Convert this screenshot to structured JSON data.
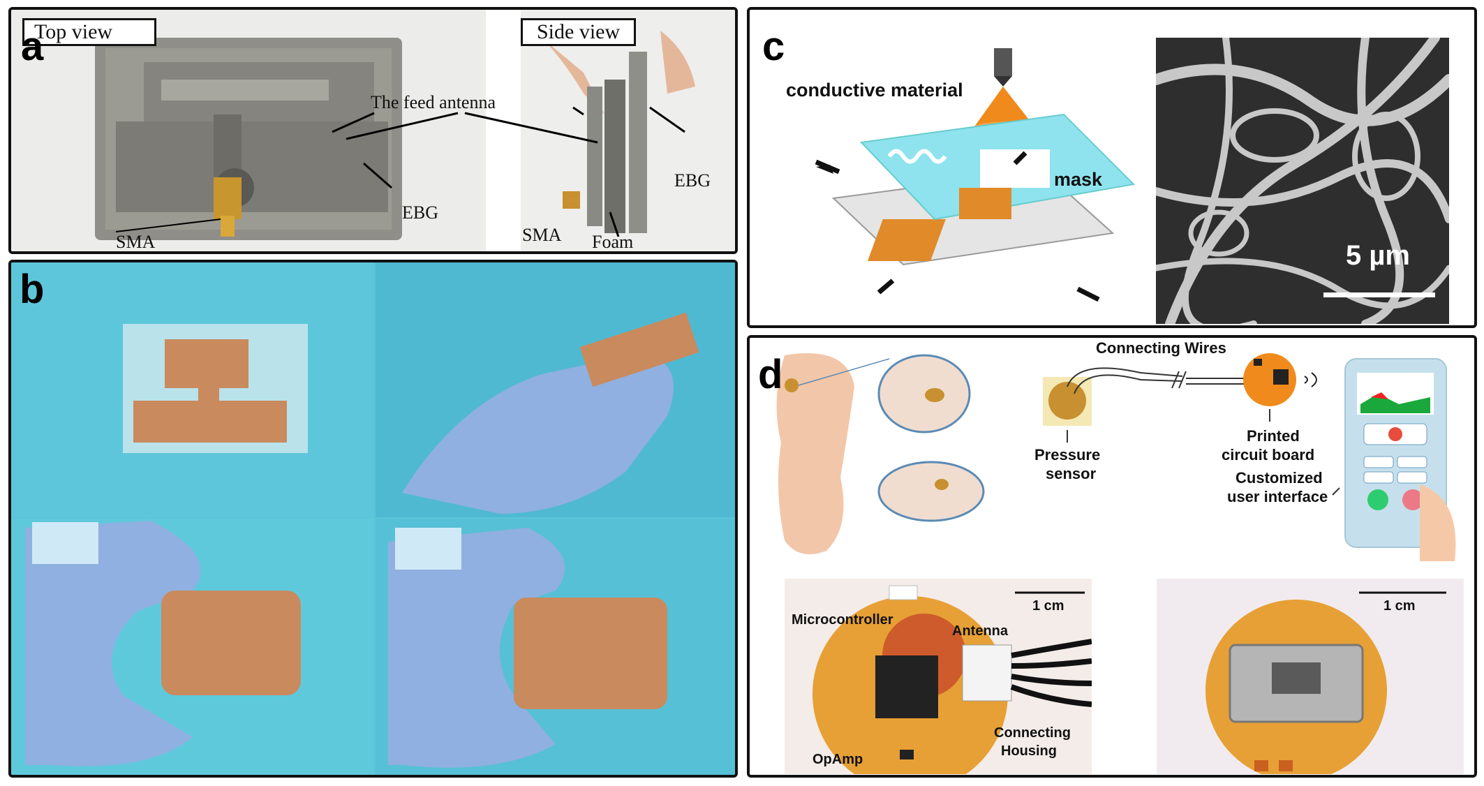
{
  "panels": {
    "a": {
      "letter": "a",
      "top_view": "Top view",
      "side_view": "Side view",
      "feed_antenna": "The feed antenna",
      "ebg_left": "EBG",
      "sma_left": "SMA",
      "ebg_right": "EBG",
      "sma_right": "SMA",
      "foam": "Foam"
    },
    "b": {
      "letter": "b"
    },
    "c": {
      "letter": "c",
      "conductive_material": "conductive material",
      "mask": "mask",
      "scale": "5 µm"
    },
    "d": {
      "letter": "d",
      "connecting_wires": "Connecting Wires",
      "pressure_sensor_1": "Pressure",
      "pressure_sensor_2": "sensor",
      "pcb_1": "Printed",
      "pcb_2": "circuit board",
      "ui_1": "Customized",
      "ui_2": "user interface",
      "microcontroller": "Microcontroller",
      "antenna": "Antenna",
      "opamp": "OpAmp",
      "housing_1": "Connecting",
      "housing_2": "Housing",
      "scale_left": "1 cm",
      "scale_right": "1 cm"
    }
  },
  "colors": {
    "blue_bg": "#5cc4d8",
    "copper": "#c98a5e",
    "glove": "#8fb0e0",
    "metal": "#8a8a84",
    "pcb": "#e7a035",
    "cyan_mask": "#8ee3ee",
    "orange": "#f08a1c"
  }
}
